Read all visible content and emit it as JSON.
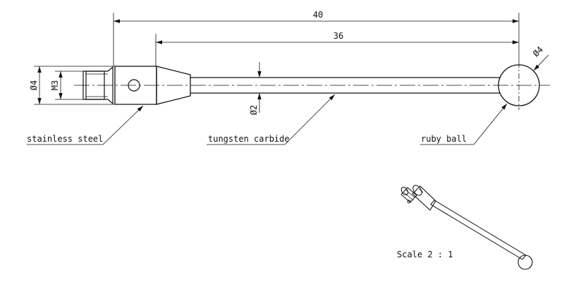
{
  "dimensions": {
    "overall_length": "40",
    "stem_length": "36",
    "body_diameter": "Ø4",
    "thread": "M3",
    "stem_diameter": "Ø2",
    "ball_diameter": "Ø4"
  },
  "callouts": {
    "body_material": "stainless steel",
    "stem_material": "tungsten carbide",
    "tip_material": "ruby ball"
  },
  "scale_label": "Scale 2 : 1",
  "colors": {
    "line": "#111111",
    "background": "#ffffff"
  }
}
